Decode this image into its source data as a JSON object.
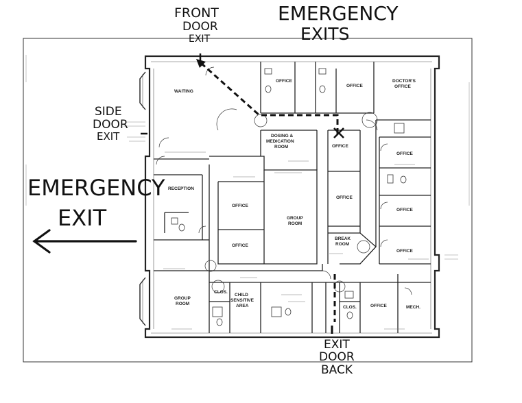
{
  "header": {
    "front_door_line1": "FRONT",
    "front_door_line2": "DOOR",
    "front_door_line3": "EXIT",
    "title_line1": "EMERGENCY",
    "title_line2": "EXITS"
  },
  "side_door": {
    "line1": "SIDE",
    "line2": "DOOR",
    "line3": "EXIT"
  },
  "emergency_exit": {
    "line1": "EMERGENCY",
    "line2": "EXIT"
  },
  "back_door": {
    "line1": "EXIT",
    "line2": "DOOR",
    "line3": "BACK"
  },
  "rooms": {
    "waiting": "WAITING",
    "office_top1": "OFFICE",
    "office_top2": "OFFICE",
    "doctors_office_l1": "DOCTOR'S",
    "doctors_office_l2": "OFFICE",
    "dosing_l1": "DOSING &",
    "dosing_l2": "MEDICATION",
    "dosing_l3": "ROOM",
    "office_right_mid": "OFFICE",
    "office_east1": "OFFICE",
    "reception": "RECEPTION",
    "office_inner1": "OFFICE",
    "office_inner2": "OFFICE",
    "group_room_center_l1": "GROUP",
    "group_room_center_l2": "ROOM",
    "office_center_right": "OFFICE",
    "break_room_l1": "BREAK",
    "break_room_l2": "ROOM",
    "office_east2": "OFFICE",
    "office_east3": "OFFICE",
    "group_room_sw_l1": "GROUP",
    "group_room_sw_l2": "ROOM",
    "clos_left": "CLOS.",
    "child_area_l1": "CHILD",
    "child_area_l2": "SENSITIVE",
    "child_area_l3": "AREA",
    "clos_right": "CLOS.",
    "office_south": "OFFICE",
    "mech": "MECH."
  },
  "colors": {
    "ink": "#111111",
    "paper": "#ffffff",
    "line": "#222222"
  }
}
